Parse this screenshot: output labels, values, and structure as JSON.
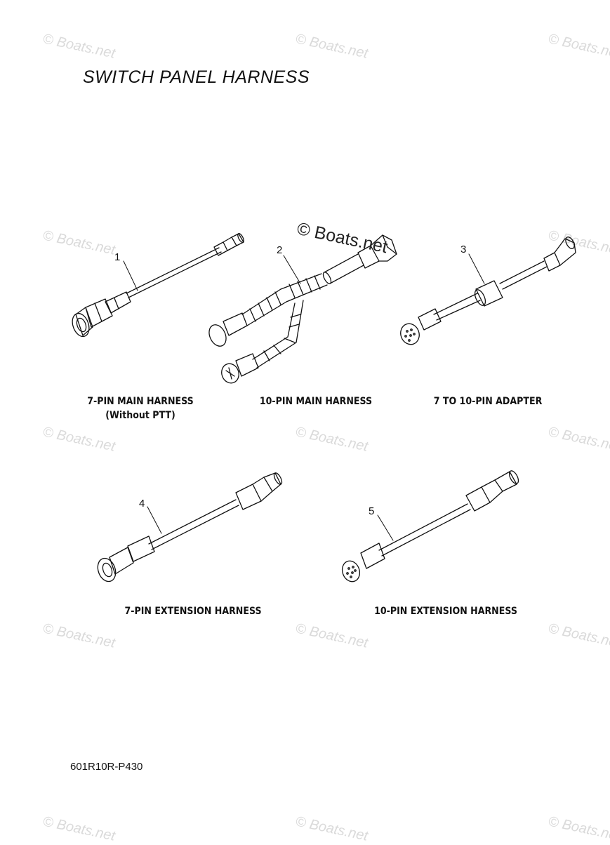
{
  "title": "SWITCH PANEL HARNESS",
  "diagram_code": "601R10R-P430",
  "watermark_text": "© Boats.net",
  "center_watermark": "© Boats.net",
  "parts": [
    {
      "number": "1",
      "name": "7-PIN MAIN HARNESS",
      "note": "(Without PTT)"
    },
    {
      "number": "2",
      "name": "10-PIN MAIN HARNESS"
    },
    {
      "number": "3",
      "name": "7 TO 10-PIN ADAPTER"
    },
    {
      "number": "4",
      "name": "7-PIN EXTENSION HARNESS"
    },
    {
      "number": "5",
      "name": "10-PIN EXTENSION HARNESS"
    }
  ]
}
